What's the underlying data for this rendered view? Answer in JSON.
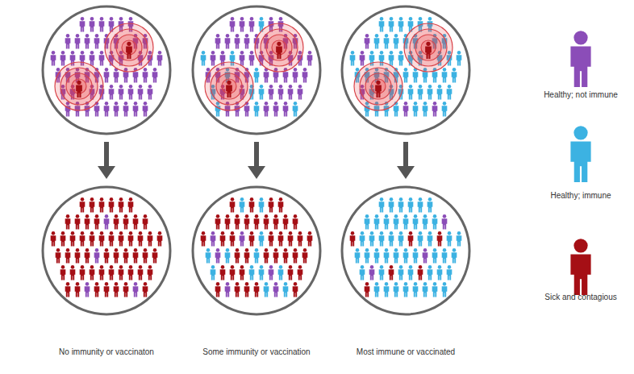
{
  "diagram": {
    "labels": [
      "No immunity or vaccinaton",
      "Some immunity or vaccination",
      "Most immune or vaccinated"
    ],
    "legend": [
      {
        "text": "Healthy; not immune",
        "color": "#8b4db8"
      },
      {
        "text": "Healthy; immune",
        "color": "#3cb2e2"
      },
      {
        "text": "Sick and contagious",
        "color": "#a50f15"
      }
    ]
  }
}
